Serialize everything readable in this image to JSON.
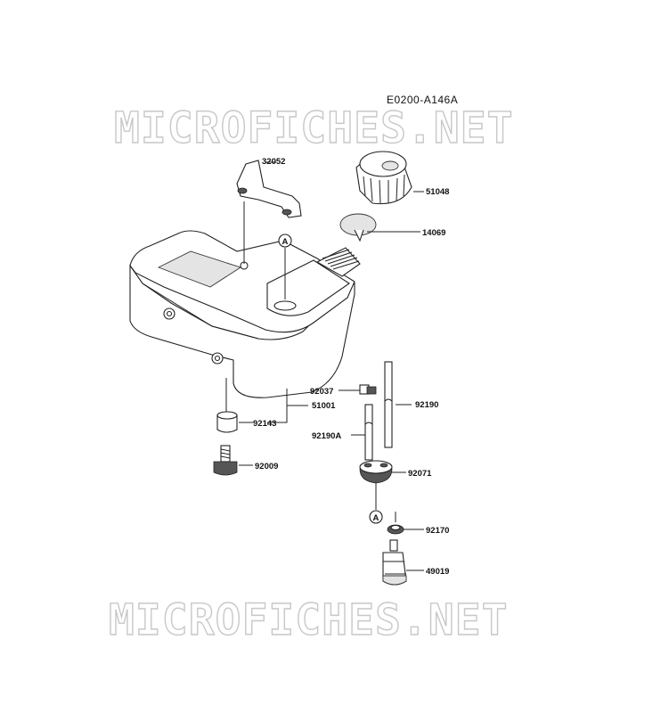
{
  "diagram_code": "E0200-A146A",
  "watermark": "MICROFICHES.NET",
  "callout_letter": "A",
  "parts": {
    "bracket": "32052",
    "cap": "51048",
    "filter_screen": "14069",
    "tank": "51001",
    "clamp": "92037",
    "grommet_upper": "92143",
    "tube": "92190",
    "tube_a": "92190A",
    "bolt": "92009",
    "grommet_lower": "92071",
    "washer": "92170",
    "fuel_filter": "49019"
  }
}
